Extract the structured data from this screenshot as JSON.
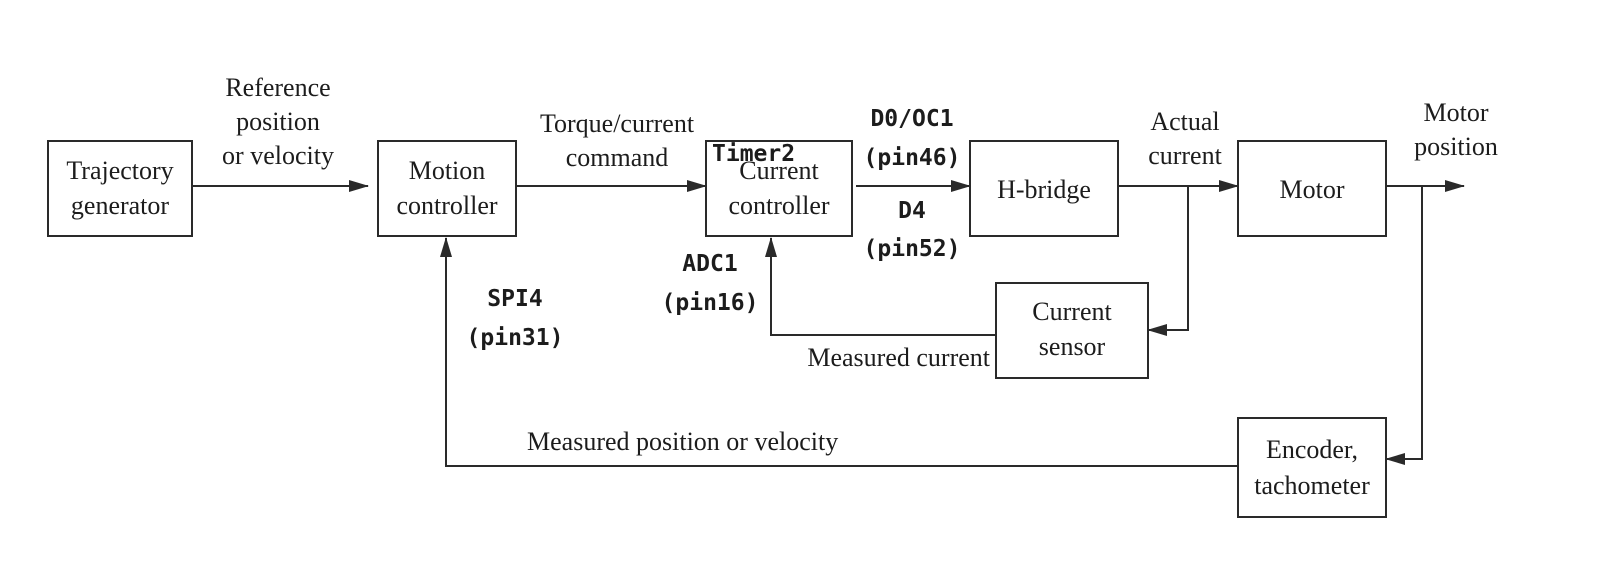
{
  "blocks": {
    "trajectory": [
      "Trajectory",
      "generator"
    ],
    "motion": [
      "Motion",
      "controller"
    ],
    "current": [
      "Current",
      "controller"
    ],
    "hbridge": [
      "H-bridge"
    ],
    "motor": [
      "Motor"
    ],
    "sensor": [
      "Current",
      "sensor"
    ],
    "encoder": [
      "Encoder,",
      "tachometer"
    ]
  },
  "signals": {
    "reference": [
      "Reference",
      "position",
      "or velocity"
    ],
    "torque": [
      "Torque/current",
      "command"
    ],
    "actual": [
      "Actual",
      "current"
    ],
    "motor_position": [
      "Motor",
      "position"
    ],
    "measured_current": "Measured current",
    "measured_position": "Measured position or velocity"
  },
  "pins": {
    "timer": "Timer2",
    "d0": [
      "D0/OC1",
      "(pin46)"
    ],
    "d4": [
      "D4",
      "(pin52)"
    ],
    "adc": [
      "ADC1",
      "(pin16)"
    ],
    "spi": [
      "SPI4",
      "(pin31)"
    ]
  }
}
